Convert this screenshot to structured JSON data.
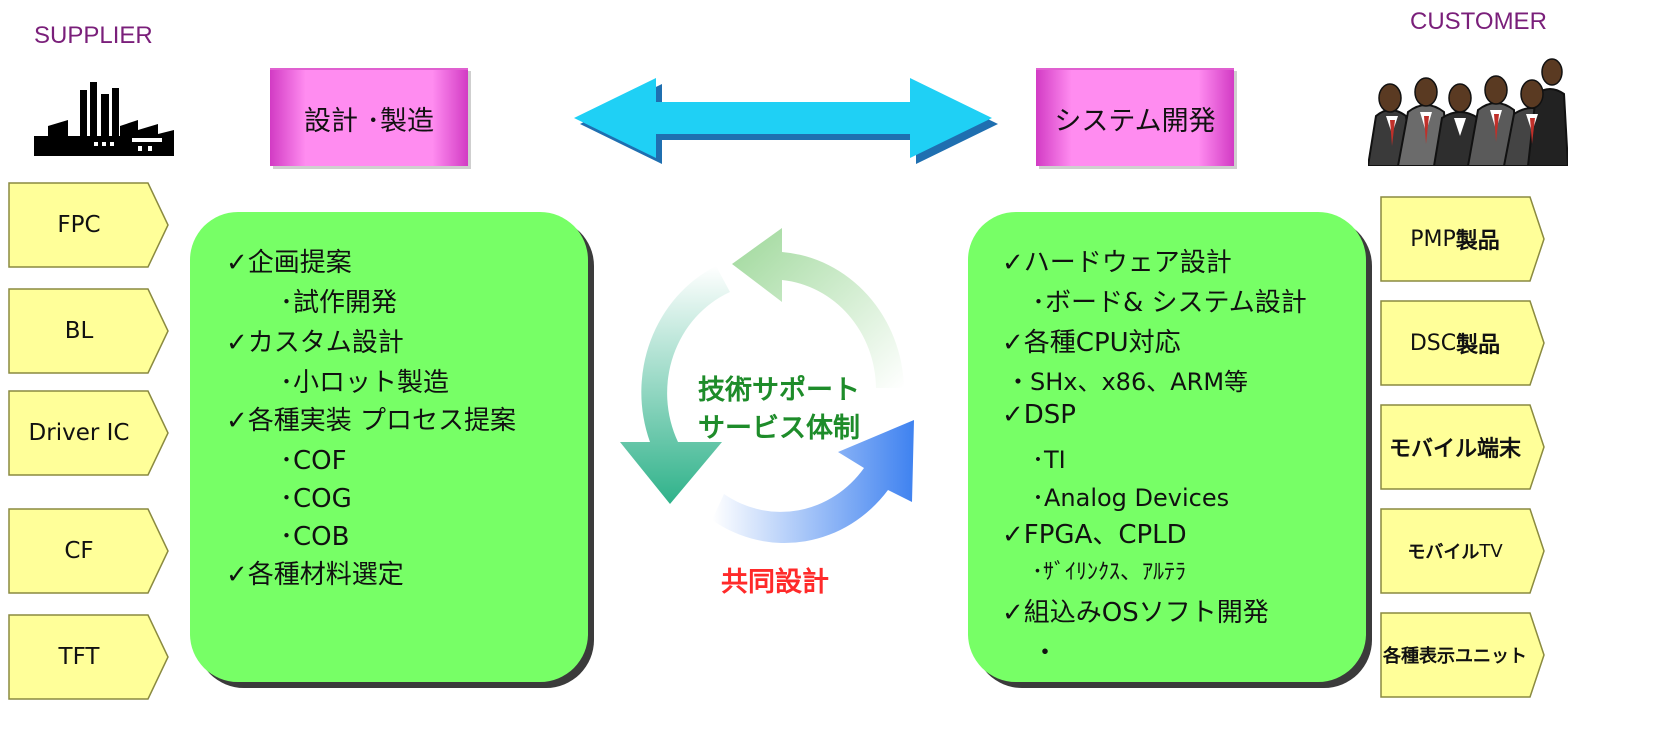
{
  "header": {
    "supplier": "SUPPLIER",
    "customer": "CUSTOMER",
    "design_box": "設計 ･製造",
    "system_box": "システム開発"
  },
  "left_panel": {
    "lines": [
      "✓企画提案",
      "･試作開発",
      "✓カスタム設計",
      "･小ロット製造",
      "✓各種実装 プロセス提案",
      "･COF",
      "･COG",
      "･COB",
      "✓各種材料選定"
    ]
  },
  "right_panel": {
    "lines": [
      "✓ハードウェア設計",
      "･ボード& システム設計",
      "✓各種CPU対応",
      "・SHx、x86、ARM等",
      "✓DSP",
      "･TI",
      "･Analog Devices",
      "✓FPGA、CPLD",
      "･ｻﾞｲﾘﾝｸｽ、ｱﾙﾃﾗ",
      "✓組込みOSソフト開発",
      "・"
    ]
  },
  "center": {
    "cycle_line1": "技術サポート",
    "cycle_line2": "サービス体制",
    "joint": "共同設計"
  },
  "supplier_tags": [
    "FPC",
    "BL",
    "Driver IC",
    "CF",
    "TFT"
  ],
  "customer_tags": [
    {
      "prefix": "PMP",
      "suffix": "製品"
    },
    {
      "prefix": "DSC",
      "suffix": "製品"
    },
    {
      "prefix": "",
      "suffix": "モバイル端末"
    },
    {
      "prefix": "",
      "suffix": "モバイル",
      "tail": "TV"
    },
    {
      "prefix": "",
      "suffix": "各種表示ユニット"
    }
  ],
  "colors": {
    "panel_green": "#77ff66",
    "tag_yellow": "#ffff99",
    "arrow_cyan": "#1fd0f5",
    "label_purple": "#7a1f7a",
    "joint_red": "#ff2a2a",
    "cycle_text_green": "#1e8c2a"
  },
  "icons": [
    "factory-icon",
    "business-people-icon",
    "double-arrow-icon",
    "cycle-arrows-icon"
  ]
}
